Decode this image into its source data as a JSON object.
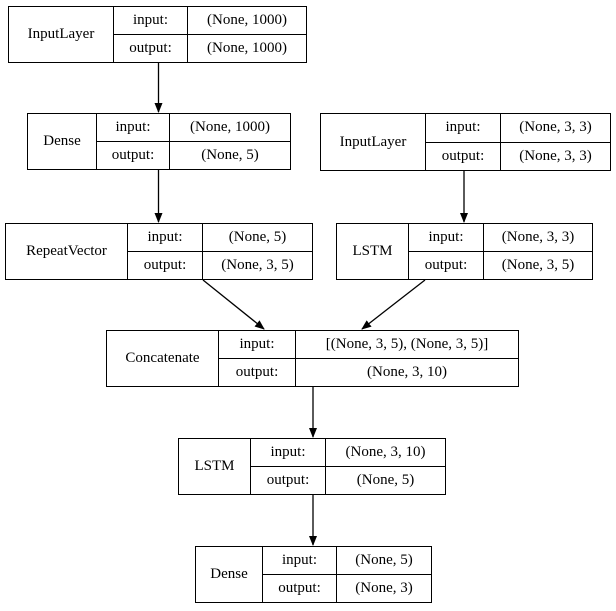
{
  "diagram": {
    "title": "Keras model architecture plot",
    "background_color": "#ffffff",
    "line_color": "#000000",
    "io_labels": {
      "input": "input:",
      "output": "output:"
    },
    "nodes": [
      {
        "label": "InputLayer",
        "input": "(None, 1000)",
        "output": "(None, 1000)"
      },
      {
        "label": "Dense",
        "input": "(None, 1000)",
        "output": "(None, 5)"
      },
      {
        "label": "InputLayer",
        "input": "(None, 3, 3)",
        "output": "(None, 3, 3)"
      },
      {
        "label": "RepeatVector",
        "input": "(None, 5)",
        "output": "(None, 3, 5)"
      },
      {
        "label": "LSTM",
        "input": "(None, 3, 3)",
        "output": "(None, 3, 5)"
      },
      {
        "label": "Concatenate",
        "input": "[(None, 3, 5), (None, 3, 5)]",
        "output": "(None, 3, 10)"
      },
      {
        "label": "LSTM",
        "input": "(None, 3, 10)",
        "output": "(None, 5)"
      },
      {
        "label": "Dense",
        "input": "(None, 5)",
        "output": "(None, 3)"
      }
    ],
    "edges": [
      {
        "from": 0,
        "to": 1
      },
      {
        "from": 1,
        "to": 3
      },
      {
        "from": 2,
        "to": 4
      },
      {
        "from": 3,
        "to": 5
      },
      {
        "from": 4,
        "to": 5
      },
      {
        "from": 5,
        "to": 6
      },
      {
        "from": 6,
        "to": 7
      }
    ]
  }
}
